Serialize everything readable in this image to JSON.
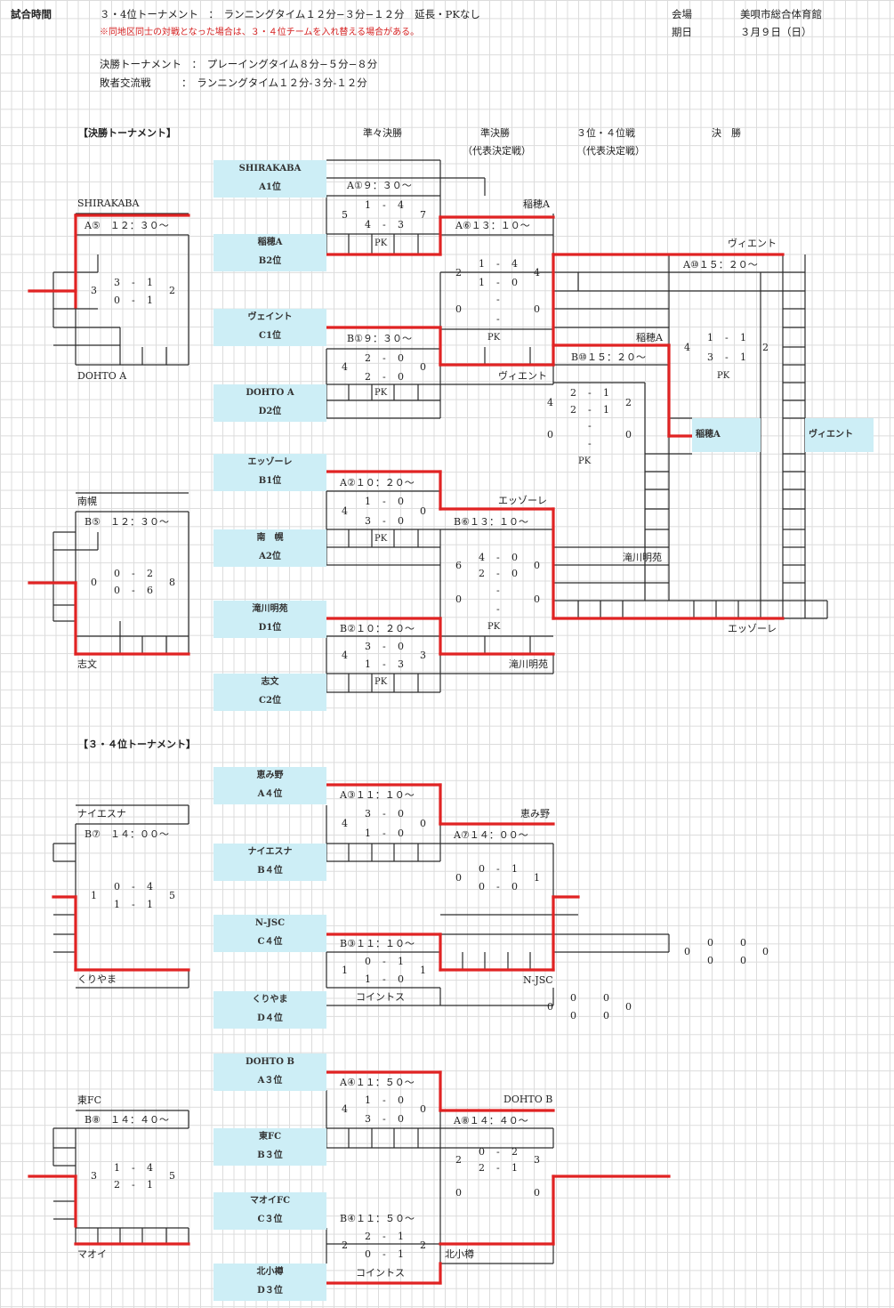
{
  "header": {
    "label_time": "試合時間",
    "line1": "３・4位トーナメント　：　ランニングタイム１２分−３分−１２分　延長・PKなし",
    "note": "※同地区同士の対戦となった場合は、３・４位チームを入れ替える場合がある。",
    "line2": "決勝トーナメント　：　プレーイングタイム８分−５分−８分",
    "line3": "敗者交流戦　　　：　ランニングタイム１２分-３分-１２分",
    "venue_label": "会場",
    "venue": "美唄市総合体育館",
    "date_label": "期日",
    "date": "３月９日（日）"
  },
  "sections": {
    "final_title": "【決勝トーナメント】",
    "third_title": "【３・４位トーナメント】"
  },
  "rounds": {
    "qf": "準々決勝",
    "sf": "準決勝",
    "sf_sub": "（代表決定戦）",
    "third": "３位・４位戦",
    "third_sub": "（代表決定戦）",
    "final": "決　勝"
  },
  "seeds": [
    {
      "team": "SHIRAKABA",
      "pos": "A1位"
    },
    {
      "team": "稲穂A",
      "pos": "B2位"
    },
    {
      "team": "ヴェイント",
      "pos": "C1位"
    },
    {
      "team": "DOHTO A",
      "pos": "D2位"
    },
    {
      "team": "エッゾーレ",
      "pos": "B1位"
    },
    {
      "team": "南　幌",
      "pos": "A2位"
    },
    {
      "team": "滝川明苑",
      "pos": "D1位"
    },
    {
      "team": "志文",
      "pos": "C2位"
    },
    {
      "team": "恵み野",
      "pos": "A４位"
    },
    {
      "team": "ナイエスナ",
      "pos": "B４位"
    },
    {
      "team": "N-JSC",
      "pos": "C４位"
    },
    {
      "team": "くりやま",
      "pos": "D４位"
    },
    {
      "team": "DOHTO B",
      "pos": "A３位"
    },
    {
      "team": "東FC",
      "pos": "B３位"
    },
    {
      "team": "マオイFC",
      "pos": "C３位"
    },
    {
      "team": "北小樽",
      "pos": "D３位"
    }
  ],
  "games": {
    "a1": "A①９：３０〜",
    "b1": "B①９：３０〜",
    "a2": "A②１０：２０〜",
    "b2": "B②１０：２０〜",
    "a3": "A③１１：１０〜",
    "b3": "B③１１：１０〜",
    "a4": "A④１１：５０〜",
    "b4": "B④１１：５０〜",
    "a5": "A⑤　１２：３０〜",
    "b5": "B⑤　１２：３０〜",
    "a6": "A⑥１３：１０〜",
    "b6": "B⑥１３：１０〜",
    "a7": "A⑦１４：００〜",
    "b7": "B⑦　１４：００〜",
    "a8": "A⑧１４：４０〜",
    "b8": "B⑧　１４：４０〜",
    "a10": "A⑩１５：２０〜",
    "b10": "B⑩１５：２０〜"
  },
  "names": {
    "shirakaba": "SHIRAKABA",
    "dohto_a": "DOHTO A",
    "nanporo": "南幌",
    "shibun": "志文",
    "naiesuna": "ナイエスナ",
    "kuriyama": "くりやま",
    "higashi": "東FC",
    "maoi": "マオイ",
    "inaho": "稲穂A",
    "vient": "ヴィエント",
    "vient2": "ヴィエント",
    "ezzore": "エッゾーレ",
    "takikawa": "滝川明苑",
    "inaho2": "稲穂A",
    "takikawa2": "滝川明苑",
    "ezzore2": "エッゾーレ",
    "inaho_box": "稲穂A",
    "vient_box": "ヴィエント",
    "megumino": "恵み野",
    "njsc": "N-JSC",
    "dohto_b": "DOHTO B",
    "kitaotaru": "北小樽",
    "coin": "コイントス",
    "coin2": "コイントス"
  },
  "pk": "PK",
  "score_glyphs": {
    "dash": "-",
    "empty": "0"
  }
}
